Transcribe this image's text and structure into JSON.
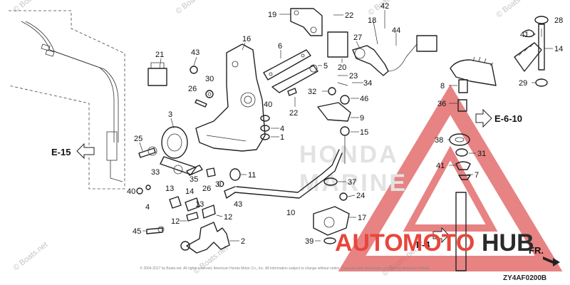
{
  "watermarks": [
    "© Boats.net",
    "© Boats.net",
    "© Boats.net",
    "© Boats.net",
    "© Boats.net",
    "© Boats.net",
    "© Boats.net"
  ],
  "refs": {
    "e15": "E-15",
    "e610": "E-6-10",
    "f4": "F-4",
    "fr": "FR."
  },
  "part_labels": [
    {
      "id": "42",
      "text": "42"
    },
    {
      "id": "19",
      "text": "19"
    },
    {
      "id": "22a",
      "text": "22"
    },
    {
      "id": "18",
      "text": "18"
    },
    {
      "id": "44",
      "text": "44"
    },
    {
      "id": "27",
      "text": "27"
    },
    {
      "id": "16",
      "text": "16"
    },
    {
      "id": "6",
      "text": "6"
    },
    {
      "id": "5",
      "text": "5"
    },
    {
      "id": "20",
      "text": "20"
    },
    {
      "id": "21",
      "text": "21"
    },
    {
      "id": "43a",
      "text": "43"
    },
    {
      "id": "30a",
      "text": "30"
    },
    {
      "id": "26a",
      "text": "26"
    },
    {
      "id": "23",
      "text": "23"
    },
    {
      "id": "32",
      "text": "32"
    },
    {
      "id": "34",
      "text": "34"
    },
    {
      "id": "46",
      "text": "46"
    },
    {
      "id": "22b",
      "text": "22"
    },
    {
      "id": "40a",
      "text": "40"
    },
    {
      "id": "4a",
      "text": "4"
    },
    {
      "id": "1",
      "text": "1"
    },
    {
      "id": "9",
      "text": "9"
    },
    {
      "id": "15",
      "text": "15"
    },
    {
      "id": "3",
      "text": "3"
    },
    {
      "id": "25",
      "text": "25"
    },
    {
      "id": "33",
      "text": "33"
    },
    {
      "id": "35",
      "text": "35"
    },
    {
      "id": "11",
      "text": "11"
    },
    {
      "id": "26b",
      "text": "26"
    },
    {
      "id": "30b",
      "text": "30"
    },
    {
      "id": "37",
      "text": "37"
    },
    {
      "id": "40b",
      "text": "40"
    },
    {
      "id": "4b",
      "text": "4"
    },
    {
      "id": "13a",
      "text": "13"
    },
    {
      "id": "14",
      "text": "14"
    },
    {
      "id": "43b",
      "text": "43"
    },
    {
      "id": "24",
      "text": "24"
    },
    {
      "id": "13b",
      "text": "13"
    },
    {
      "id": "12a",
      "text": "12"
    },
    {
      "id": "12b",
      "text": "12"
    },
    {
      "id": "10",
      "text": "10"
    },
    {
      "id": "17",
      "text": "17"
    },
    {
      "id": "45",
      "text": "45"
    },
    {
      "id": "2",
      "text": "2"
    },
    {
      "id": "39",
      "text": "39"
    },
    {
      "id": "28",
      "text": "28"
    },
    {
      "id": "41a",
      "text": "41"
    },
    {
      "id": "14b",
      "text": "14"
    },
    {
      "id": "29",
      "text": "29"
    },
    {
      "id": "8",
      "text": "8"
    },
    {
      "id": "36",
      "text": "36"
    },
    {
      "id": "38",
      "text": "38"
    },
    {
      "id": "31",
      "text": "31"
    },
    {
      "id": "41b",
      "text": "41"
    },
    {
      "id": "7",
      "text": "7"
    }
  ],
  "brand": {
    "part1": "AUTO",
    "part2": "MOTO",
    "part3": "HUB",
    "color_red": "#e8463c",
    "color_dark": "#2a2a2a"
  },
  "copyright": "© 2004-2017 by Boats.net. All rights reserved. American Honda Motor Co., Inc. All information subject to change without notice. Diagrams and illustrations provided by American Honda.",
  "diagram_code": "ZY4AF0200B",
  "colors": {
    "line": "#222222",
    "watermark": "#c4c4c4",
    "triangle": "#e05a5a"
  }
}
